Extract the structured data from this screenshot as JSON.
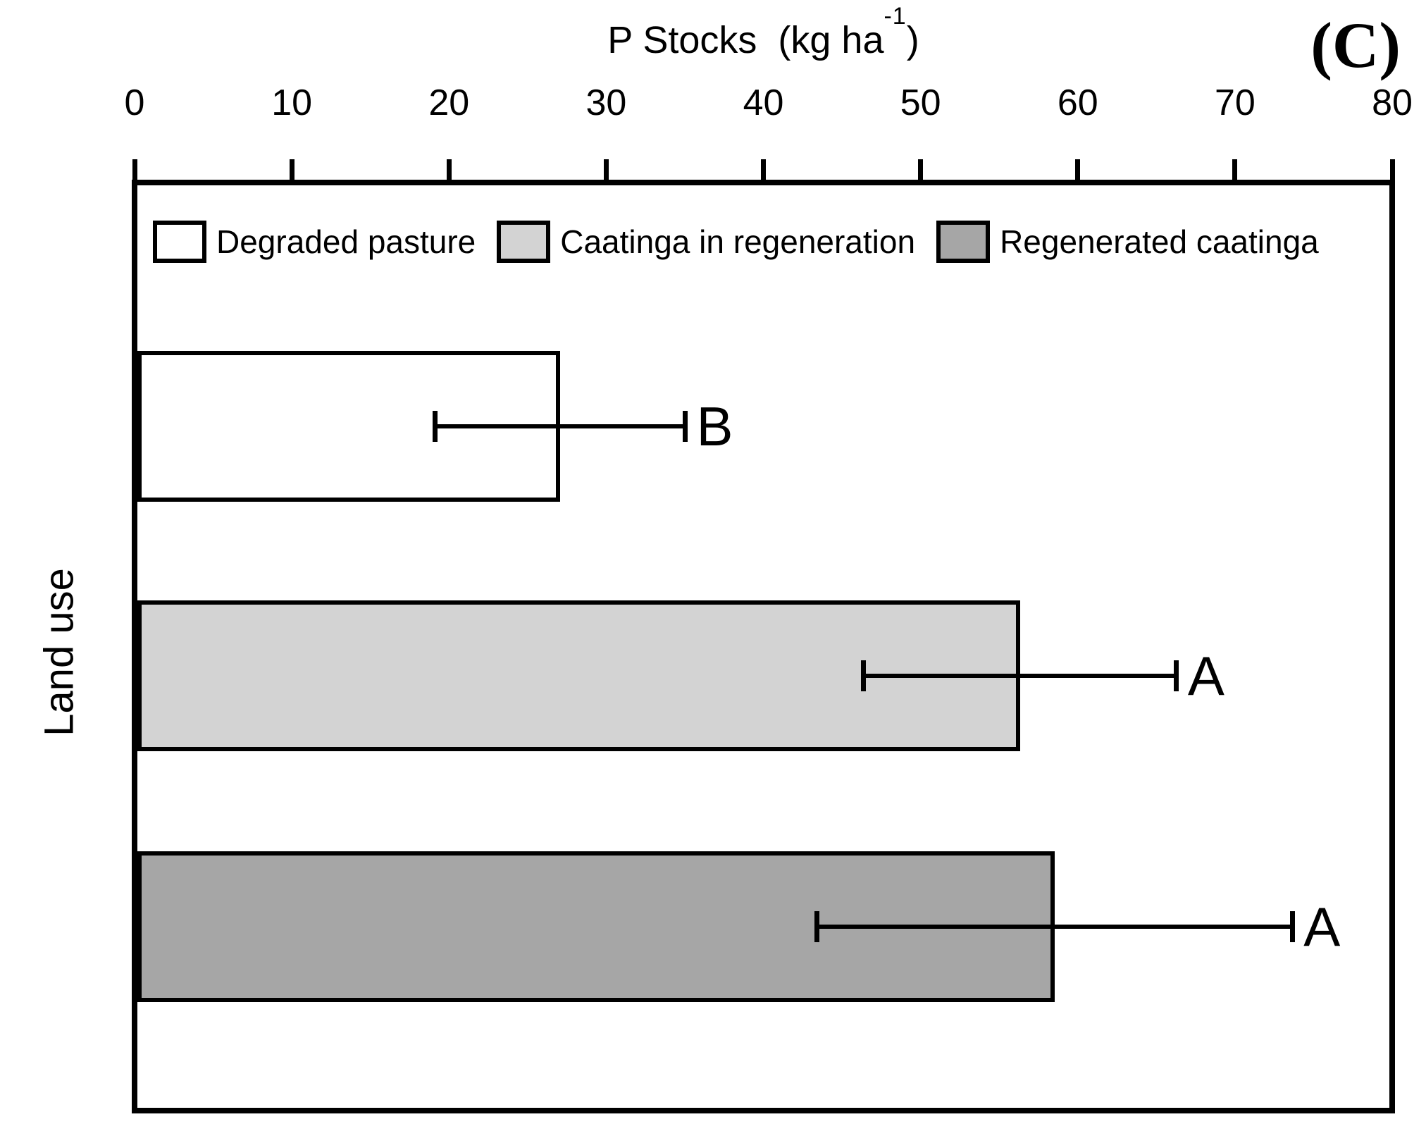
{
  "header": {
    "title_main": "P Stocks  (kg ha",
    "title_sup": "-1",
    "title_end": ")",
    "panel_label": "(C)"
  },
  "axes": {
    "y_label": "Land use"
  },
  "chart_data": {
    "type": "bar",
    "orientation": "horizontal",
    "title": "P Stocks (kg ha⁻¹)",
    "xlabel": "P Stocks (kg ha⁻¹)",
    "ylabel": "Land use",
    "xlim": [
      0,
      80
    ],
    "x_ticks": [
      0,
      10,
      20,
      30,
      40,
      50,
      60,
      70,
      80
    ],
    "grid": false,
    "legend_position": "inside-top",
    "categories": [
      "Degraded pasture",
      "Caatinga in regeneration",
      "Regenerated caatinga"
    ],
    "series": [
      {
        "name": "P stocks",
        "values": [
          27,
          56.4,
          58.6
        ],
        "errors": [
          8,
          10,
          15.2
        ]
      }
    ],
    "significance_letters": [
      "B",
      "A",
      "A"
    ],
    "bar_colors": [
      "#ffffff",
      "#d3d3d3",
      "#a6a6a6"
    ],
    "edge_color": "#000000"
  }
}
